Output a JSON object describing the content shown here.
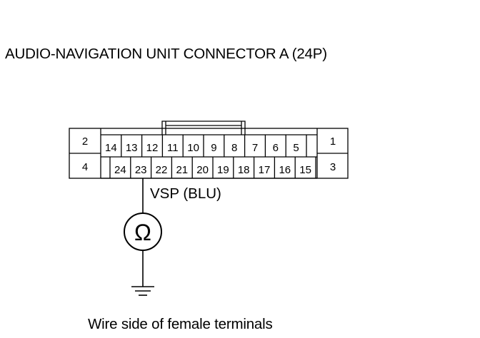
{
  "title": "AUDIO-NAVIGATION UNIT CONNECTOR A (24P)",
  "caption": "Wire side of female terminals",
  "wire_label": "VSP (BLU)",
  "meter_symbol": "Ω",
  "meter_icon": "ohmmeter-icon",
  "ground_icon": "ground-icon",
  "connector": {
    "left_terminals": [
      "2",
      "4"
    ],
    "right_terminals": [
      "1",
      "3"
    ],
    "top_row": [
      "14",
      "13",
      "12",
      "11",
      "10",
      "9",
      "8",
      "7",
      "6",
      "5",
      ""
    ],
    "bottom_row": [
      "",
      "24",
      "23",
      "22",
      "21",
      "20",
      "19",
      "18",
      "17",
      "16",
      "15",
      ""
    ],
    "probed_terminal": "23"
  }
}
